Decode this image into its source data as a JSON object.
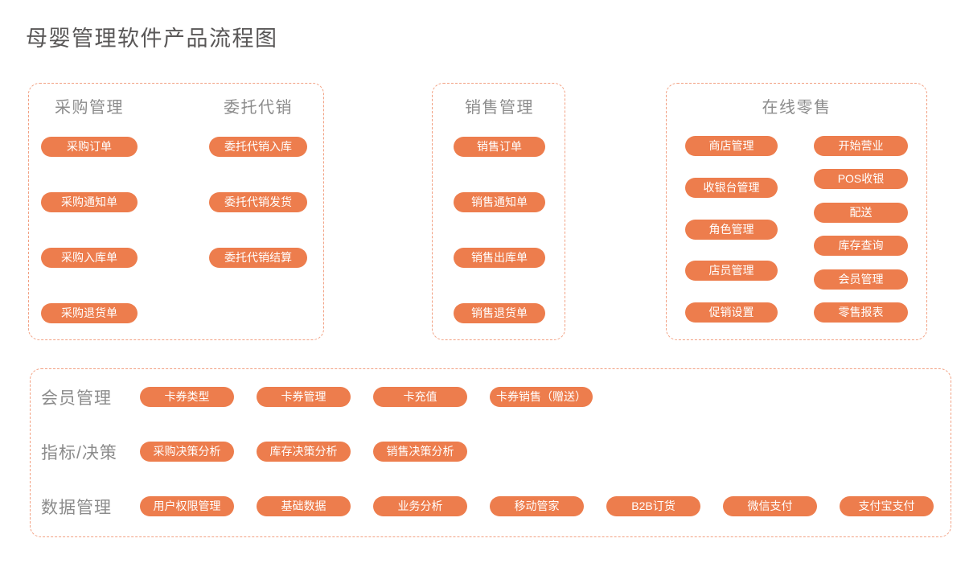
{
  "title": "母婴管理软件产品流程图",
  "colors": {
    "pill_bg": "#ed7d4d",
    "pill_text": "#ffffff",
    "dashed_border": "#f2a183",
    "title_text": "#595757",
    "header_text": "#8c8c8c"
  },
  "purchase": {
    "col1": {
      "header": "采购管理",
      "pills": [
        "采购订单",
        "采购通知单",
        "采购入库单",
        "采购退货单"
      ]
    },
    "col2": {
      "header": "委托代销",
      "pills": [
        "委托代销入库",
        "委托代销发货",
        "委托代销结算"
      ]
    }
  },
  "sales": {
    "header": "销售管理",
    "pills": [
      "销售订单",
      "销售通知单",
      "销售出库单",
      "销售退货单"
    ]
  },
  "retail": {
    "header": "在线零售",
    "col1": {
      "pills": [
        "商店管理",
        "收银台管理",
        "角色管理",
        "店员管理",
        "促销设置"
      ]
    },
    "col2": {
      "pills": [
        "开始营业",
        "POS收银",
        "配送",
        "库存查询",
        "会员管理",
        "零售报表"
      ]
    }
  },
  "bottom": {
    "rows": [
      {
        "label": "会员管理",
        "pills": [
          "卡券类型",
          "卡券管理",
          "卡充值",
          "卡券销售（赠送）"
        ]
      },
      {
        "label": "指标/决策",
        "pills": [
          "采购决策分析",
          "库存决策分析",
          "销售决策分析"
        ]
      },
      {
        "label": "数据管理",
        "pills": [
          "用户权限管理",
          "基础数据",
          "业务分析",
          "移动管家",
          "B2B订货",
          "微信支付",
          "支付宝支付"
        ]
      }
    ]
  }
}
